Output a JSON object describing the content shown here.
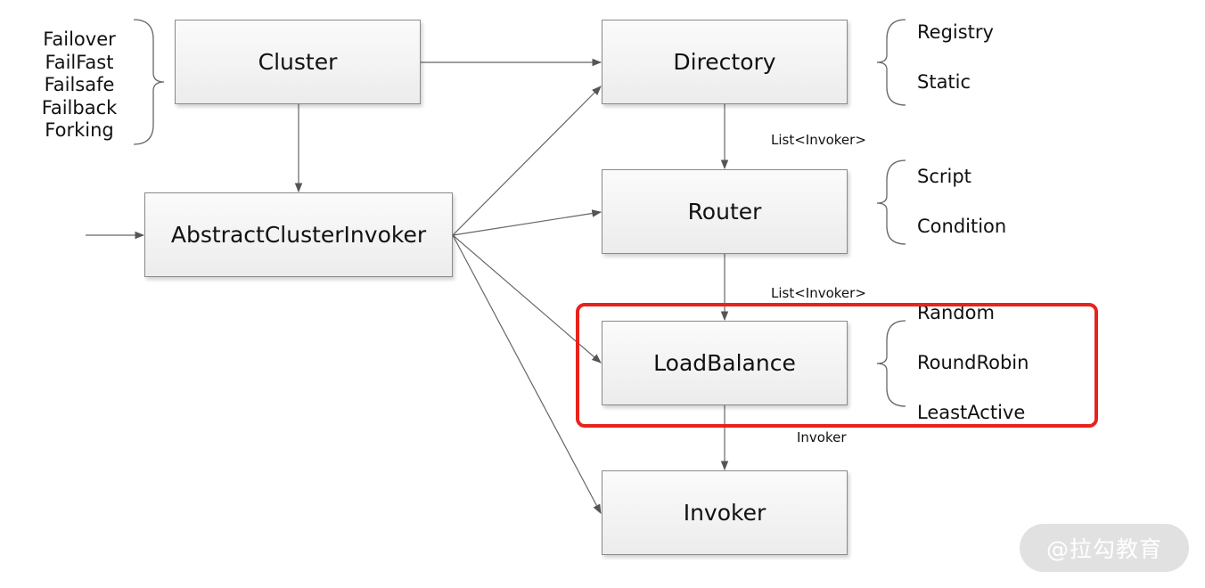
{
  "nodes": {
    "cluster": "Cluster",
    "abstract_cluster_invoker": "AbstractClusterInvoker",
    "directory": "Directory",
    "router": "Router",
    "load_balance": "LoadBalance",
    "invoker": "Invoker"
  },
  "cluster_strategies": [
    "Failover",
    "FailFast",
    "Failsafe",
    "Failback",
    "Forking"
  ],
  "directory_types": [
    "Registry",
    "Static"
  ],
  "router_types": [
    "Script",
    "Condition"
  ],
  "load_balance_types": [
    "Random",
    "RoundRobin",
    "LeastActive"
  ],
  "edge_labels": {
    "directory_to_router": "List<Invoker>",
    "router_to_load_balance": "List<Invoker>",
    "load_balance_to_invoker": "Invoker"
  },
  "highlight_color": "#e8231d",
  "watermark": "@拉勾教育"
}
